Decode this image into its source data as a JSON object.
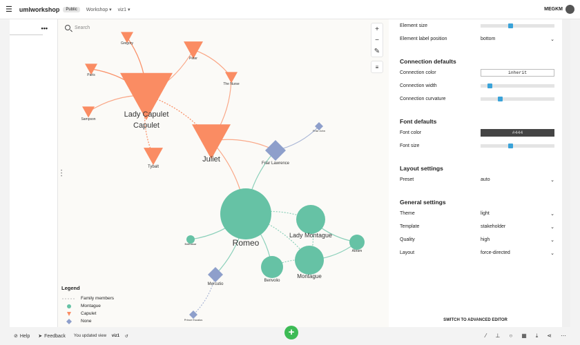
{
  "header": {
    "title": "umlworkshop",
    "badge": "Public",
    "project": "Workshop",
    "view": "viz1",
    "user": "MEGKM"
  },
  "left": {
    "menu": "•••"
  },
  "canvas": {
    "search_placeholder": "Search",
    "zoom": [
      "+",
      "−",
      "✎"
    ],
    "filter": "≡"
  },
  "graph": {
    "nodes": [
      {
        "id": "gregory",
        "label": "Gregory",
        "type": "capulet",
        "shape": "triangle"
      },
      {
        "id": "peter",
        "label": "Peter",
        "type": "capulet",
        "shape": "triangle"
      },
      {
        "id": "paris",
        "label": "Paris",
        "type": "capulet",
        "shape": "triangle"
      },
      {
        "id": "nurse",
        "label": "The Nurse",
        "type": "capulet",
        "shape": "triangle"
      },
      {
        "id": "ladycap",
        "label": "Lady Capulet",
        "type": "capulet",
        "shape": "triangle"
      },
      {
        "id": "capulet",
        "label": "Capulet",
        "type": "capulet",
        "shape": "triangle"
      },
      {
        "id": "sampson",
        "label": "Sampson",
        "type": "capulet",
        "shape": "triangle"
      },
      {
        "id": "tybalt",
        "label": "Tybalt",
        "type": "capulet",
        "shape": "triangle"
      },
      {
        "id": "juliet",
        "label": "Juliet",
        "type": "capulet",
        "shape": "triangle"
      },
      {
        "id": "friar",
        "label": "Friar Lawrence",
        "type": "none",
        "shape": "diamond"
      },
      {
        "id": "friarjohn",
        "label": "Friar John",
        "type": "none",
        "shape": "diamond"
      },
      {
        "id": "romeo",
        "label": "Romeo",
        "type": "montague",
        "shape": "circle"
      },
      {
        "id": "balthasar",
        "label": "Balthasar",
        "type": "montague",
        "shape": "circle"
      },
      {
        "id": "ladymon",
        "label": "Lady Montague",
        "type": "montague",
        "shape": "circle"
      },
      {
        "id": "abram",
        "label": "Abram",
        "type": "montague",
        "shape": "circle"
      },
      {
        "id": "benvolio",
        "label": "Benvolio",
        "type": "montague",
        "shape": "circle"
      },
      {
        "id": "montague",
        "label": "Montague",
        "type": "montague",
        "shape": "circle"
      },
      {
        "id": "mercutio",
        "label": "Mercutio",
        "type": "none",
        "shape": "diamond"
      },
      {
        "id": "escalus",
        "label": "Prince Escalus",
        "type": "none",
        "shape": "diamond"
      }
    ]
  },
  "legend": {
    "title": "Legend",
    "items": [
      "Family members",
      "Montague",
      "Capulet",
      "None"
    ]
  },
  "colors": {
    "capulet": "#fa8c63",
    "montague": "#66c2a5",
    "none": "#8e9fcb",
    "accent": "#3aa3d9"
  },
  "settings": {
    "element": [
      {
        "label": "Element size",
        "kind": "slider",
        "v": 0.4
      },
      {
        "label": "Element label position",
        "kind": "select",
        "value": "bottom"
      }
    ],
    "connection_title": "Connection defaults",
    "connection": [
      {
        "label": "Connection color",
        "kind": "input",
        "value": "inherit"
      },
      {
        "label": "Connection width",
        "kind": "slider",
        "v": 0.1
      },
      {
        "label": "Connection curvature",
        "kind": "slider",
        "v": 0.25
      }
    ],
    "font_title": "Font defaults",
    "font": [
      {
        "label": "Font color",
        "kind": "dark",
        "value": "#444"
      },
      {
        "label": "Font size",
        "kind": "slider",
        "v": 0.4
      }
    ],
    "layout_title": "Layout settings",
    "layout": [
      {
        "label": "Preset",
        "kind": "select",
        "value": "auto"
      }
    ],
    "general_title": "General settings",
    "general": [
      {
        "label": "Theme",
        "kind": "select",
        "value": "light"
      },
      {
        "label": "Template",
        "kind": "select",
        "value": "stakeholder"
      },
      {
        "label": "Quality",
        "kind": "select",
        "value": "high"
      },
      {
        "label": "Layout",
        "kind": "select",
        "value": "force-directed"
      }
    ],
    "advanced": "SWITCH TO ADVANCED EDITOR"
  },
  "footer": {
    "help": "Help",
    "feedback": "Feedback",
    "updated_prefix": "You updated view",
    "updated_view": "viz1",
    "add": "+"
  }
}
